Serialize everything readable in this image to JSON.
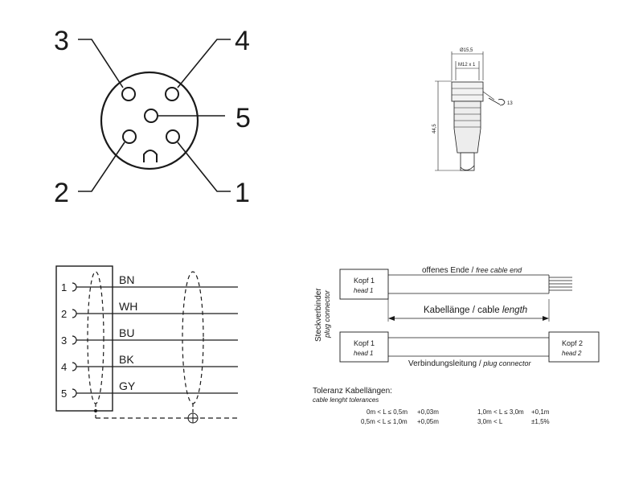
{
  "pinout": {
    "pins": [
      "3",
      "4",
      "5",
      "2",
      "1"
    ]
  },
  "dimensions": {
    "outer_diameter": "Ø15,5",
    "thread": "M12 x 1",
    "length": "44,5",
    "wrench_size": "13"
  },
  "wiring": {
    "pins": [
      "1",
      "2",
      "3",
      "4",
      "5"
    ],
    "colors": [
      "BN",
      "WH",
      "BU",
      "BK",
      "GY"
    ]
  },
  "cable": {
    "side_label": "Steckverbinder",
    "side_label_en": "plug connector",
    "head1": "Kopf 1",
    "head1_en": "head 1",
    "head2": "Kopf 2",
    "head2_en": "head 2",
    "free_end": "offenes Ende / ",
    "free_end_en": "free cable end",
    "length": "Kabellänge / cable ",
    "length_en": "length",
    "connection": "Verbindungsleitung / ",
    "connection_en": "plug connector"
  },
  "tolerances": {
    "title": "Toleranz Kabellängen:",
    "subtitle": "cable lenght tolerances",
    "rows": [
      {
        "range": "0m < L ≤ 0,5m",
        "tol": "+0,03m"
      },
      {
        "range": "0,5m < L ≤ 1,0m",
        "tol": "+0,05m"
      },
      {
        "range": "1,0m < L ≤ 3,0m",
        "tol": "+0,1m"
      },
      {
        "range": "3,0m < L",
        "tol": "±1,5%"
      }
    ]
  }
}
